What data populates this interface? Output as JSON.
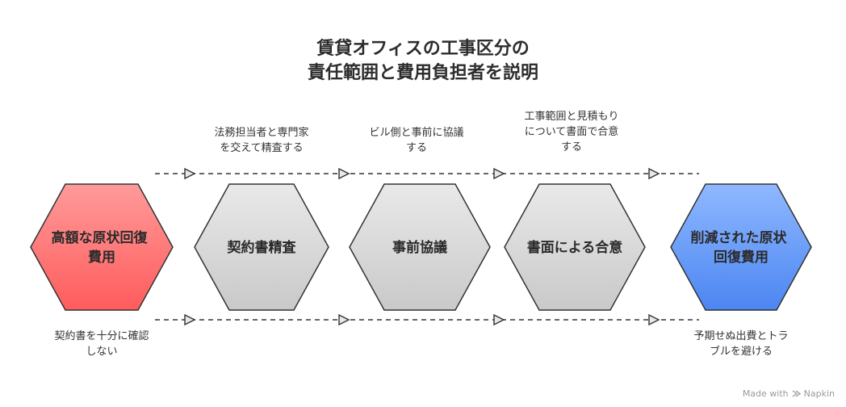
{
  "title": {
    "line1": "賃貸オフィスの工事区分の",
    "line2": "責任範囲と費用負担者を説明"
  },
  "colors": {
    "start_top": "#ff9a9a",
    "start_bottom": "#ff5c5c",
    "mid_top": "#e9e9e9",
    "mid_bottom": "#c9c9c9",
    "end_top": "#8fb8ff",
    "end_bottom": "#4c86f2",
    "stroke": "#333333"
  },
  "stages": [
    {
      "line1": "高額な原状回復",
      "line2": "費用"
    },
    {
      "line1": "契約書精査",
      "line2": ""
    },
    {
      "line1": "事前協議",
      "line2": ""
    },
    {
      "line1": "書面による合意",
      "line2": ""
    },
    {
      "line1": "削減された原状",
      "line2": "回復費用"
    }
  ],
  "top_annotations": [
    {
      "line1": "法務担当者と専門家",
      "line2": "を交えて精査する",
      "line3": ""
    },
    {
      "line1": "ビル側と事前に協議",
      "line2": "する",
      "line3": ""
    },
    {
      "line1": "工事範囲と見積もり",
      "line2": "について書面で合意",
      "line3": "する"
    }
  ],
  "bottom_annotations": {
    "left": {
      "line1": "契約書を十分に確認",
      "line2": "しない"
    },
    "right": {
      "line1": "予期せぬ出費とトラ",
      "line2": "ブルを避ける"
    }
  },
  "footer": {
    "made_with": "Made with",
    "brand": "Napkin"
  }
}
